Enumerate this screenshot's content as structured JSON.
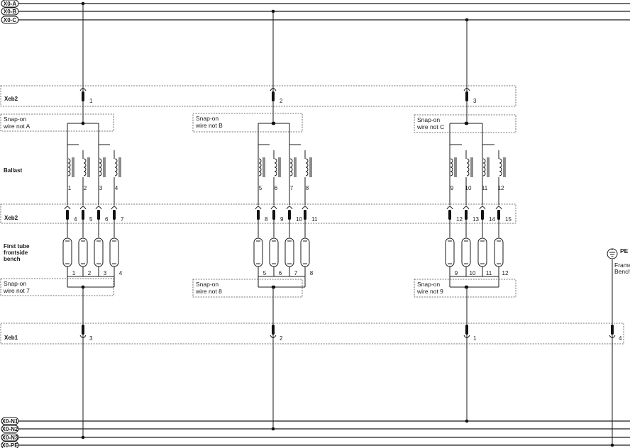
{
  "buses_top": [
    "X0-A",
    "X0-B",
    "X0-C"
  ],
  "buses_bottom": [
    "X0-N1",
    "X0-N2",
    "X0-N3",
    "X0-PE"
  ],
  "xeb2_top": {
    "label": "Xeb2",
    "terminals": [
      "1",
      "2",
      "3"
    ]
  },
  "xeb2_mid": {
    "label": "Xeb2"
  },
  "xeb1": {
    "label": "Xeb1",
    "terminals": [
      "3",
      "2",
      "1",
      "4"
    ]
  },
  "ballast_label": "Ballast",
  "tube_label": [
    "First tube",
    "frontside",
    "bench"
  ],
  "pe": {
    "label": "PE",
    "frame_label": [
      "Frame",
      "Bench"
    ]
  },
  "groups": [
    {
      "snap_top": [
        "Snap-on",
        "wire not A"
      ],
      "snap_bottom": [
        "Snap-on",
        "wire not 7"
      ],
      "ballasts": [
        "1",
        "2",
        "3",
        "4"
      ],
      "mid_terminals": [
        "4",
        "5",
        "6",
        "7"
      ],
      "tubes": [
        "1",
        "2",
        "3",
        "4"
      ]
    },
    {
      "snap_top": [
        "Snap-on",
        "wire not B"
      ],
      "snap_bottom": [
        "Snap-on",
        "wire not 8"
      ],
      "ballasts": [
        "5",
        "6",
        "7",
        "8"
      ],
      "mid_terminals": [
        "8",
        "9",
        "10",
        "11"
      ],
      "tubes": [
        "5",
        "6",
        "7",
        "8"
      ]
    },
    {
      "snap_top": [
        "Snap-on",
        "wire not C"
      ],
      "snap_bottom": [
        "Snap-on",
        "wire not 9"
      ],
      "ballasts": [
        "9",
        "10",
        "11",
        "12"
      ],
      "mid_terminals": [
        "12",
        "13",
        "14",
        "15"
      ],
      "tubes": [
        "9",
        "10",
        "11",
        "12"
      ]
    }
  ]
}
